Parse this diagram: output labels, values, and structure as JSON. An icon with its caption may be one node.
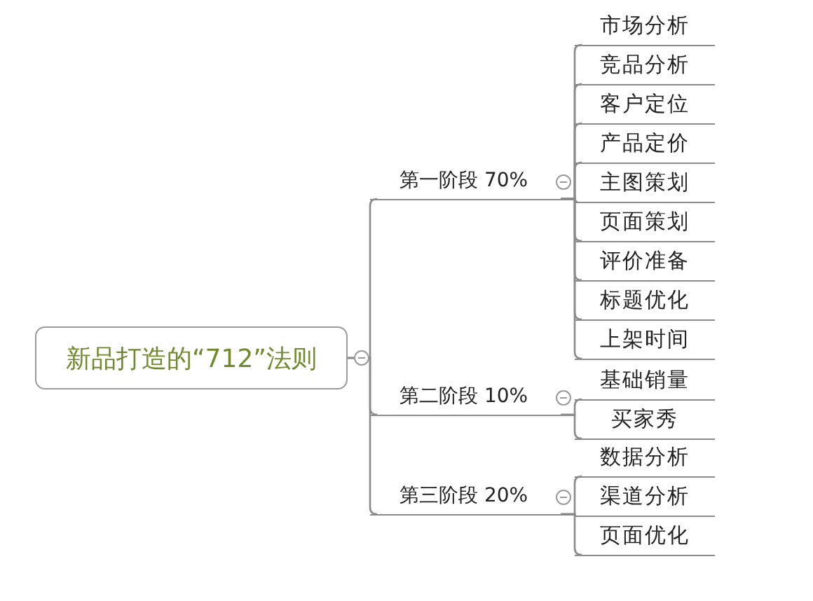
{
  "diagram": {
    "nodes": [
      {
        "text": [
          "新品打造的“712”法则"
        ]
      },
      {
        "text": [
          "第一阶段 70%"
        ]
      },
      {
        "text": [
          "市场分析"
        ]
      },
      {
        "text": [
          "竞品分析"
        ]
      },
      {
        "text": [
          "客户定位"
        ]
      },
      {
        "text": [
          "产品定价"
        ]
      },
      {
        "text": [
          "主图策划"
        ]
      },
      {
        "text": [
          "页面策划"
        ]
      },
      {
        "text": [
          "评价准备"
        ]
      },
      {
        "text": [
          "标题优化"
        ]
      },
      {
        "text": [
          "上架时间"
        ]
      },
      {
        "text": [
          "第二阶段 10%"
        ]
      },
      {
        "text": [
          "基础销量"
        ]
      },
      {
        "text": [
          "买家秀"
        ]
      },
      {
        "text": [
          "第三阶段 20%"
        ]
      },
      {
        "text": [
          "数据分析"
        ]
      },
      {
        "text": [
          "渠道分析"
        ]
      },
      {
        "text": [
          "页面优化"
        ]
      }
    ],
    "edges": [
      {
        "from": 0,
        "to": 1,
        "arrow": "none"
      },
      {
        "from": 1,
        "to": 2,
        "arrow": "none"
      },
      {
        "from": 1,
        "to": 3,
        "arrow": "none"
      },
      {
        "from": 1,
        "to": 4,
        "arrow": "none"
      },
      {
        "from": 1,
        "to": 5,
        "arrow": "none"
      },
      {
        "from": 1,
        "to": 6,
        "arrow": "none"
      },
      {
        "from": 1,
        "to": 7,
        "arrow": "none"
      },
      {
        "from": 1,
        "to": 8,
        "arrow": "none"
      },
      {
        "from": 1,
        "to": 9,
        "arrow": "none"
      },
      {
        "from": 1,
        "to": 10,
        "arrow": "none"
      },
      {
        "from": 0,
        "to": 11,
        "arrow": "none"
      },
      {
        "from": 11,
        "to": 12,
        "arrow": "none"
      },
      {
        "from": 11,
        "to": 13,
        "arrow": "none"
      },
      {
        "from": 0,
        "to": 14,
        "arrow": "none"
      },
      {
        "from": 14,
        "to": 15,
        "arrow": "none"
      },
      {
        "from": 14,
        "to": 16,
        "arrow": "none"
      },
      {
        "from": 14,
        "to": 17,
        "arrow": "none"
      }
    ]
  }
}
